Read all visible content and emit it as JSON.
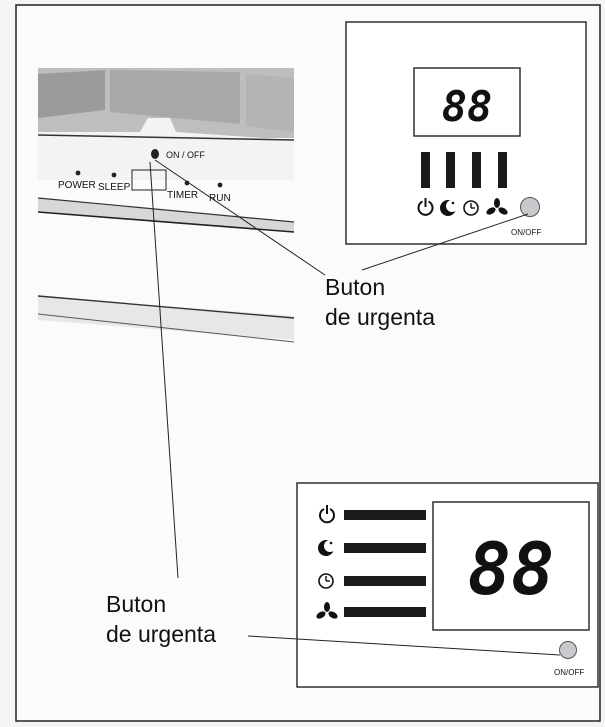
{
  "unit_photo": {
    "led_labels": {
      "power": "POWER",
      "sleep": "SLEEP",
      "timer": "TIMER",
      "run": "RUN"
    },
    "button_label": "ON / OFF"
  },
  "panel_top": {
    "display": "88",
    "icons": [
      "power-icon",
      "sleep-moon-icon",
      "timer-clock-icon",
      "fan-icon"
    ],
    "button_label": "ON/OFF"
  },
  "panel_bottom": {
    "display": "88",
    "icons": [
      "power-icon",
      "sleep-moon-icon",
      "timer-clock-icon",
      "fan-icon"
    ],
    "button_label": "ON/OFF"
  },
  "callout_top": {
    "line1": "Buton",
    "line2": "de urgenta"
  },
  "callout_bottom": {
    "line1": "Buton",
    "line2": "de urgenta"
  },
  "colors": {
    "button": "#c8c9cd",
    "bars": "#1a1a1a",
    "panel_border": "#222"
  }
}
